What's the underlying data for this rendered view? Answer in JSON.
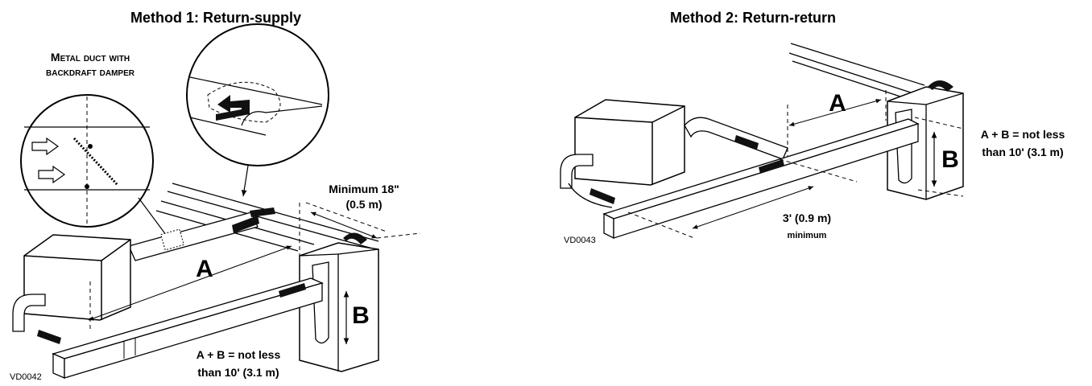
{
  "method1": {
    "title": "Method 1: Return-supply",
    "callout_line1": "Metal duct with",
    "callout_line2": "backdraft damper",
    "min_line1": "Minimum 18\"",
    "min_line2": "(0.5 m)",
    "label_a": "A",
    "label_b": "B",
    "sum_line1": "A + B = not less",
    "sum_line2": "than 10' (3.1 m)",
    "code": "VD0042"
  },
  "method2": {
    "title": "Method 2: Return-return",
    "label_a": "A",
    "label_b": "B",
    "sum_line1": "A + B = not less",
    "sum_line2": "than 10' (3.1 m)",
    "dist_line1": "3' (0.9 m)",
    "dist_line2": "minimum",
    "code": "VD0043"
  }
}
